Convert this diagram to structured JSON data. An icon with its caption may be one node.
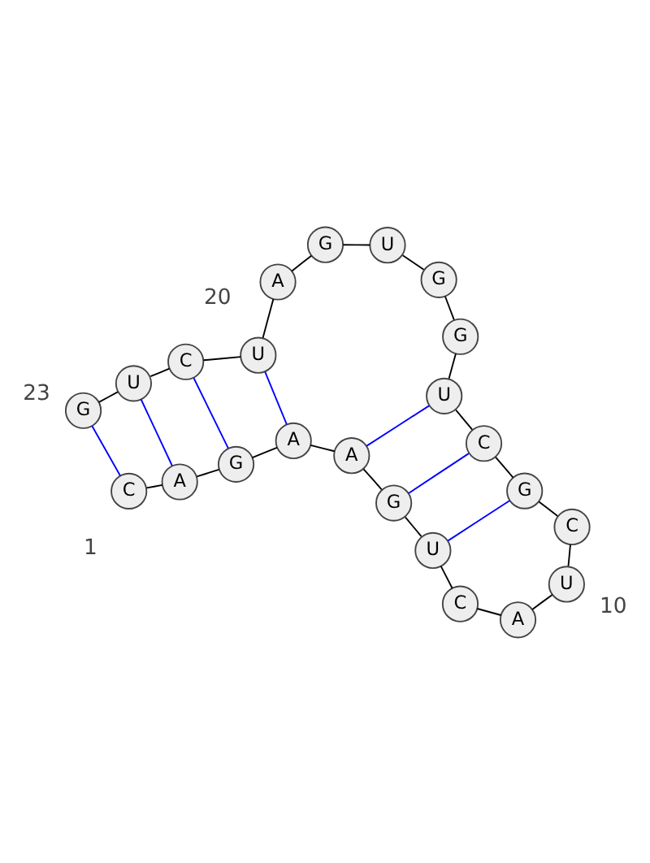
{
  "diagram": {
    "nodes": [
      {
        "text": [
          "C"
        ]
      },
      {
        "text": [
          "A"
        ]
      },
      {
        "text": [
          "G"
        ]
      },
      {
        "text": [
          "A"
        ]
      },
      {
        "text": [
          "A"
        ]
      },
      {
        "text": [
          "G"
        ]
      },
      {
        "text": [
          "U"
        ]
      },
      {
        "text": [
          "C"
        ]
      },
      {
        "text": [
          "A"
        ]
      },
      {
        "text": [
          "U"
        ]
      },
      {
        "text": [
          "C"
        ]
      },
      {
        "text": [
          "G"
        ]
      },
      {
        "text": [
          "C"
        ]
      },
      {
        "text": [
          "U"
        ]
      },
      {
        "text": [
          "G"
        ]
      },
      {
        "text": [
          "G"
        ]
      },
      {
        "text": [
          "U"
        ]
      },
      {
        "text": [
          "G"
        ]
      },
      {
        "text": [
          "A"
        ]
      },
      {
        "text": [
          "U"
        ]
      },
      {
        "text": [
          "C"
        ]
      },
      {
        "text": [
          "U"
        ]
      },
      {
        "text": [
          "G"
        ]
      }
    ],
    "edges": [
      {
        "from": 0,
        "to": 1,
        "arrow": "none"
      },
      {
        "from": 1,
        "to": 2,
        "arrow": "none"
      },
      {
        "from": 2,
        "to": 3,
        "arrow": "none"
      },
      {
        "from": 3,
        "to": 4,
        "arrow": "none"
      },
      {
        "from": 4,
        "to": 5,
        "arrow": "none"
      },
      {
        "from": 5,
        "to": 6,
        "arrow": "none"
      },
      {
        "from": 6,
        "to": 7,
        "arrow": "none"
      },
      {
        "from": 7,
        "to": 8,
        "arrow": "none"
      },
      {
        "from": 8,
        "to": 9,
        "arrow": "none"
      },
      {
        "from": 9,
        "to": 10,
        "arrow": "none"
      },
      {
        "from": 10,
        "to": 11,
        "arrow": "none"
      },
      {
        "from": 11,
        "to": 12,
        "arrow": "none"
      },
      {
        "from": 12,
        "to": 13,
        "arrow": "none"
      },
      {
        "from": 13,
        "to": 14,
        "arrow": "none"
      },
      {
        "from": 14,
        "to": 15,
        "arrow": "none"
      },
      {
        "from": 15,
        "to": 16,
        "arrow": "none"
      },
      {
        "from": 16,
        "to": 17,
        "arrow": "none"
      },
      {
        "from": 17,
        "to": 18,
        "arrow": "none"
      },
      {
        "from": 18,
        "to": 19,
        "arrow": "none"
      },
      {
        "from": 19,
        "to": 20,
        "arrow": "none"
      },
      {
        "from": 20,
        "to": 21,
        "arrow": "none"
      },
      {
        "from": 21,
        "to": 22,
        "arrow": "none"
      },
      {
        "from": 0,
        "to": 22,
        "arrow": "none",
        "color": "#0000ff"
      },
      {
        "from": 1,
        "to": 21,
        "arrow": "none",
        "color": "#0000ff"
      },
      {
        "from": 2,
        "to": 20,
        "arrow": "none",
        "color": "#0000ff"
      },
      {
        "from": 3,
        "to": 19,
        "arrow": "none",
        "color": "#0000ff"
      },
      {
        "from": 4,
        "to": 13,
        "arrow": "none",
        "color": "#0000ff"
      },
      {
        "from": 5,
        "to": 12,
        "arrow": "none",
        "color": "#0000ff"
      },
      {
        "from": 6,
        "to": 11,
        "arrow": "none",
        "color": "#0000ff"
      }
    ],
    "labels": [
      "10",
      "20",
      "1",
      "23"
    ]
  }
}
